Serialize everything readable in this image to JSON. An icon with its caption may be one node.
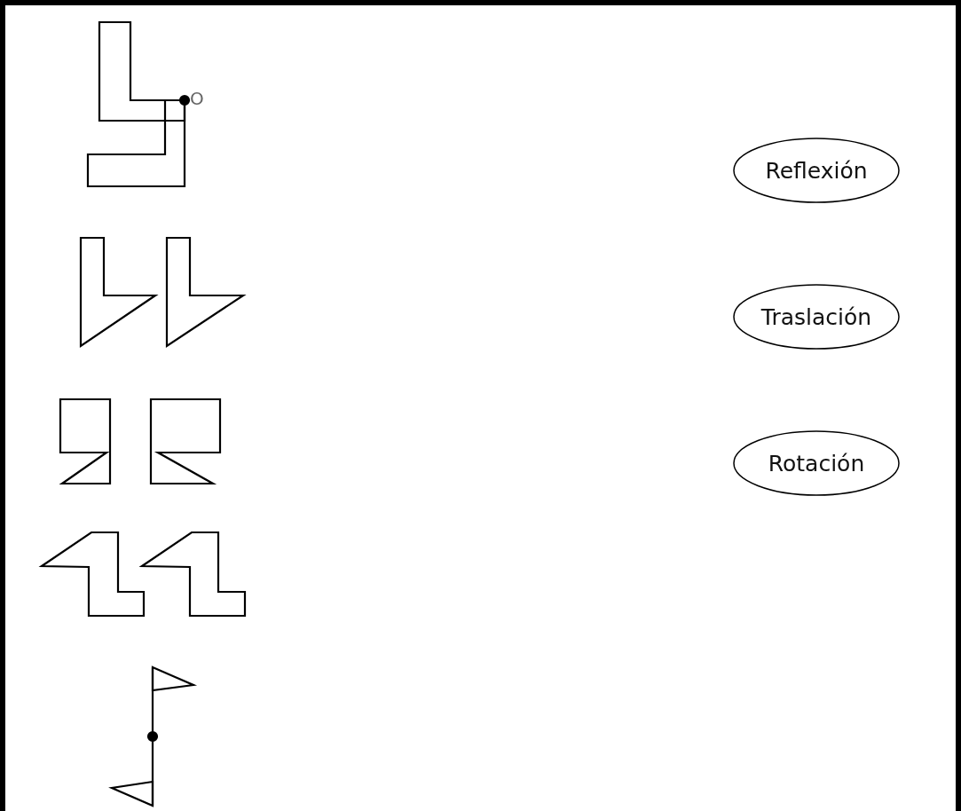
{
  "diagram": {
    "nodes": [
      {
        "text": [
          "Reflexión"
        ]
      },
      {
        "text": [
          "Traslación"
        ]
      },
      {
        "text": [
          "Rotación"
        ]
      }
    ],
    "labels": [
      "O"
    ]
  }
}
